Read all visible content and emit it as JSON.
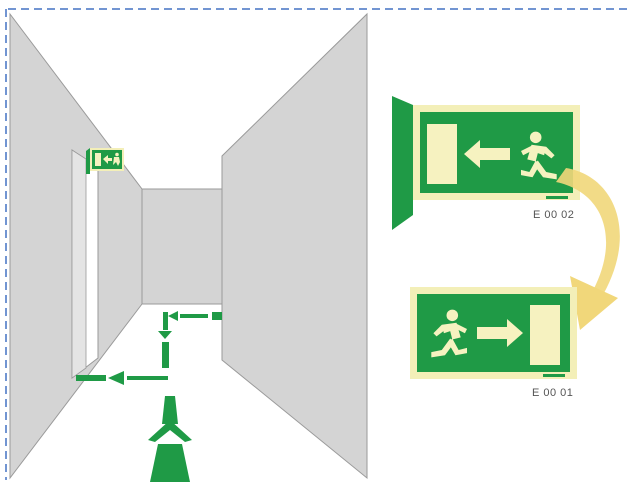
{
  "colors": {
    "sign_green": "#1f9a46",
    "sign_border": "#f3efb8",
    "sign_panel": "#f6f2c0",
    "wall": "#d4d4d4",
    "wall_stroke": "#9a9a9a",
    "frame_dash": "#4472c4",
    "curve_arrow": "#f1d77a"
  },
  "signs": [
    {
      "code": "E 00 02",
      "direction": "left",
      "icon": "running-man-exit-left-icon"
    },
    {
      "code": "E 00 01",
      "direction": "right",
      "icon": "running-man-exit-right-icon"
    }
  ],
  "corridor": {
    "wall_sign_icon": "exit-sign-icon",
    "floor_markings": [
      "floor-arrow-left-icon",
      "floor-arrow-down-icon",
      "floor-arrow-up-icon"
    ]
  },
  "transition_arrow_icon": "curved-arrow-icon"
}
